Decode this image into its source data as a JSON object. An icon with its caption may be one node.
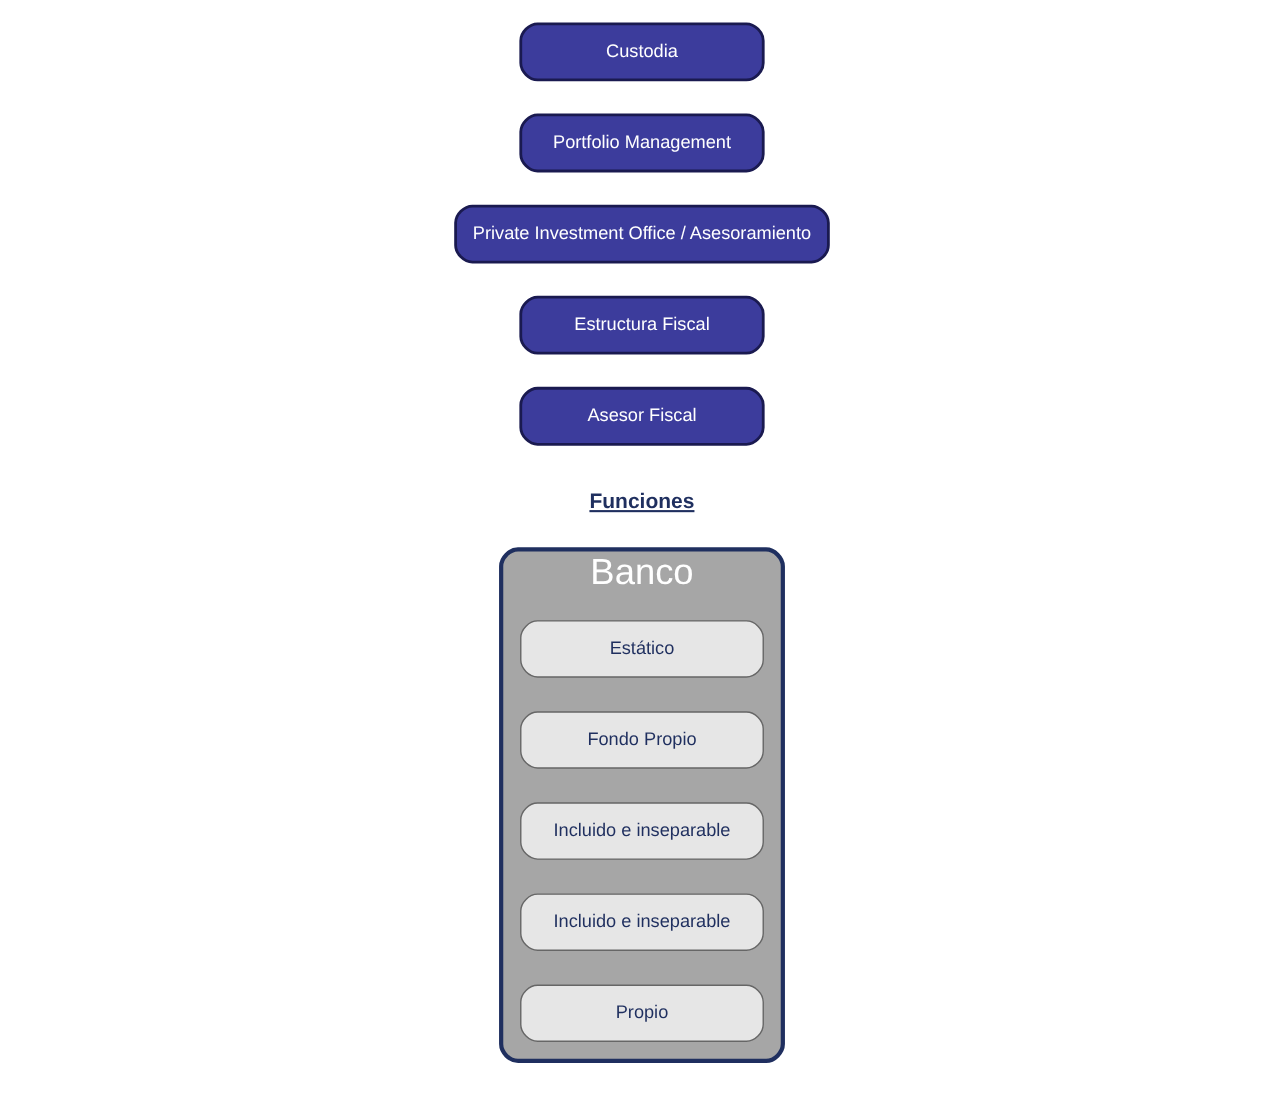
{
  "diagram": {
    "nodes": [
      {
        "text": [
          "Banco"
        ]
      },
      {
        "text": [
          "Estático"
        ],
        "in": 0
      },
      {
        "text": [
          "Fondo Propio"
        ],
        "in": 0
      },
      {
        "text": [
          "Incluido e inseparable"
        ],
        "in": 0
      },
      {
        "text": [
          "Incluido e inseparable"
        ],
        "in": 0
      },
      {
        "text": [
          "Propio"
        ],
        "in": 0
      },
      {
        "text": [
          "Asesor Fiscal"
        ]
      },
      {
        "text": [
          "Estructura Fiscal"
        ]
      },
      {
        "text": [
          "Private Investment Office / Asesoramiento"
        ]
      },
      {
        "text": [
          "Portfolio Management"
        ]
      },
      {
        "text": [
          "Custodia"
        ]
      }
    ],
    "edges": [],
    "labels": [
      "Funciones"
    ]
  }
}
